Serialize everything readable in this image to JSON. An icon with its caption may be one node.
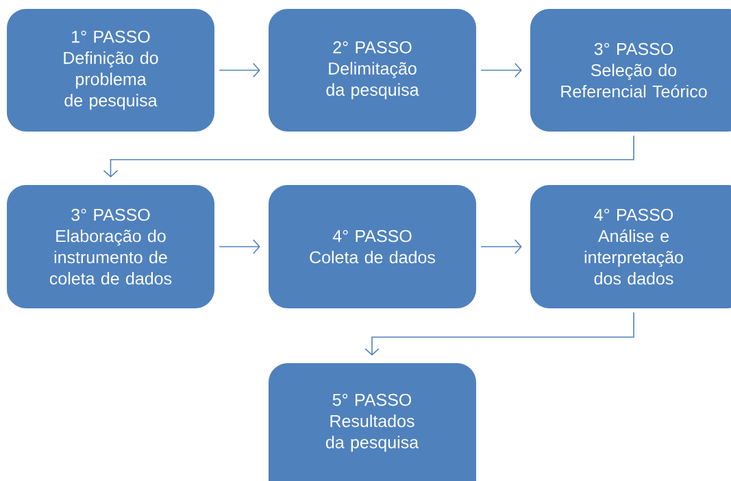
{
  "diagram": {
    "nodes": [
      {
        "text": [
          "1° PASSO",
          "Definição do problema de pesquisa"
        ]
      },
      {
        "text": [
          "2° PASSO",
          "Delimitação da pesquisa"
        ]
      },
      {
        "text": [
          "3° PASSO",
          "Seleção do Referencial Teórico"
        ]
      },
      {
        "text": [
          "3° PASSO",
          "Elaboração do instrumento de coleta de dados"
        ]
      },
      {
        "text": [
          "4° PASSO",
          "Coleta de dados"
        ]
      },
      {
        "text": [
          "4° PASSO",
          "Análise e interpretação dos dados"
        ]
      },
      {
        "text": [
          "5° PASSO",
          "Resultados da pesquisa"
        ]
      }
    ],
    "edges": [
      {
        "from": 0,
        "to": 1,
        "arrow": "to"
      },
      {
        "from": 1,
        "to": 2,
        "arrow": "to"
      },
      {
        "from": 2,
        "to": 3,
        "arrow": "to"
      },
      {
        "from": 3,
        "to": 4,
        "arrow": "to"
      },
      {
        "from": 4,
        "to": 5,
        "arrow": "to"
      },
      {
        "from": 5,
        "to": 6,
        "arrow": "to"
      }
    ]
  }
}
